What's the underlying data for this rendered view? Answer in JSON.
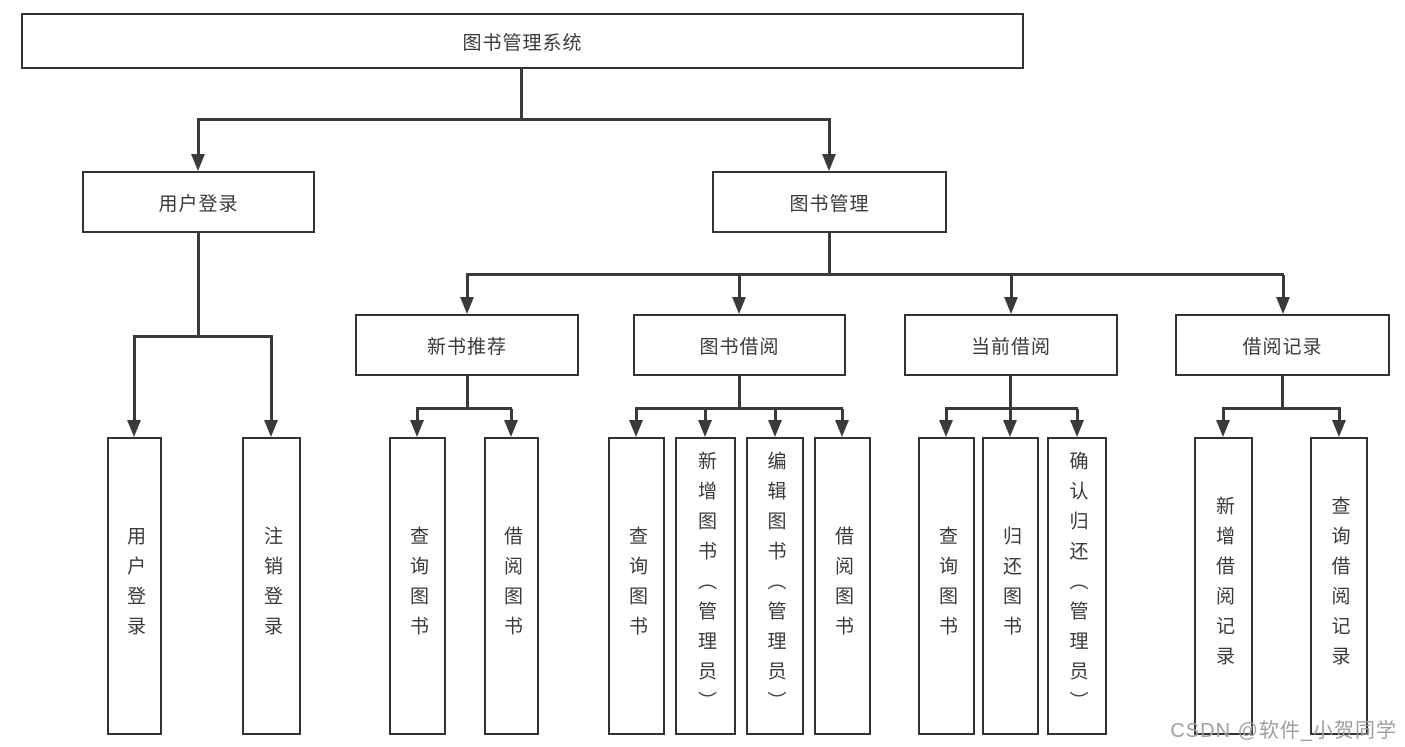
{
  "diagram": {
    "nodes": {
      "root": {
        "label": "图书管理系统"
      },
      "level2": [
        {
          "label": "用户登录"
        },
        {
          "label": "图书管理"
        }
      ],
      "level3": [
        {
          "label": "新书推荐"
        },
        {
          "label": "图书借阅"
        },
        {
          "label": "当前借阅"
        },
        {
          "label": "借阅记录"
        }
      ],
      "leaves": [
        {
          "label": "用户登录"
        },
        {
          "label": "注销登录"
        },
        {
          "label": "查询图书"
        },
        {
          "label": "借阅图书"
        },
        {
          "label": "查询图书"
        },
        {
          "label": "新增图书（管理员）"
        },
        {
          "label": "编辑图书（管理员）"
        },
        {
          "label": "借阅图书"
        },
        {
          "label": "查询图书"
        },
        {
          "label": "归还图书"
        },
        {
          "label": "确认归还（管理员）"
        },
        {
          "label": "新增借阅记录"
        },
        {
          "label": "查询借阅记录"
        }
      ]
    },
    "structure": {
      "图书管理系统": [
        "用户登录",
        "图书管理"
      ],
      "用户登录": [
        "用户登录",
        "注销登录"
      ],
      "图书管理": [
        "新书推荐",
        "图书借阅",
        "当前借阅",
        "借阅记录"
      ],
      "新书推荐": [
        "查询图书",
        "借阅图书"
      ],
      "图书借阅": [
        "查询图书",
        "新增图书（管理员）",
        "编辑图书（管理员）",
        "借阅图书"
      ],
      "当前借阅": [
        "查询图书",
        "归还图书",
        "确认归还（管理员）"
      ],
      "借阅记录": [
        "新增借阅记录",
        "查询借阅记录"
      ]
    },
    "colors": {
      "line": "#3a3a3a",
      "box_border": "#333333",
      "box_fill": "#ffffff",
      "text": "#3a3a3a",
      "background": "#ffffff",
      "watermark": "#9e9e9e"
    }
  },
  "watermark": {
    "text": "CSDN @软件_小贺同学"
  }
}
